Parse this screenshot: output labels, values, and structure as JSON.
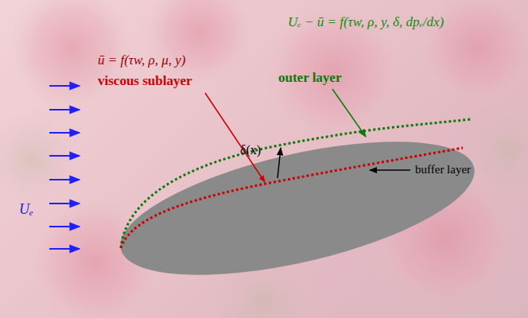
{
  "diagram": {
    "labels": [
      "ū = f(τw, ρ, μ, y)",
      "viscous sublayer",
      "Uₑ − ū = f(τw, ρ, y, δ, dpₑ/dx)",
      "outer layer",
      "δ(x)",
      "buffer layer",
      "Uₑ"
    ]
  }
}
